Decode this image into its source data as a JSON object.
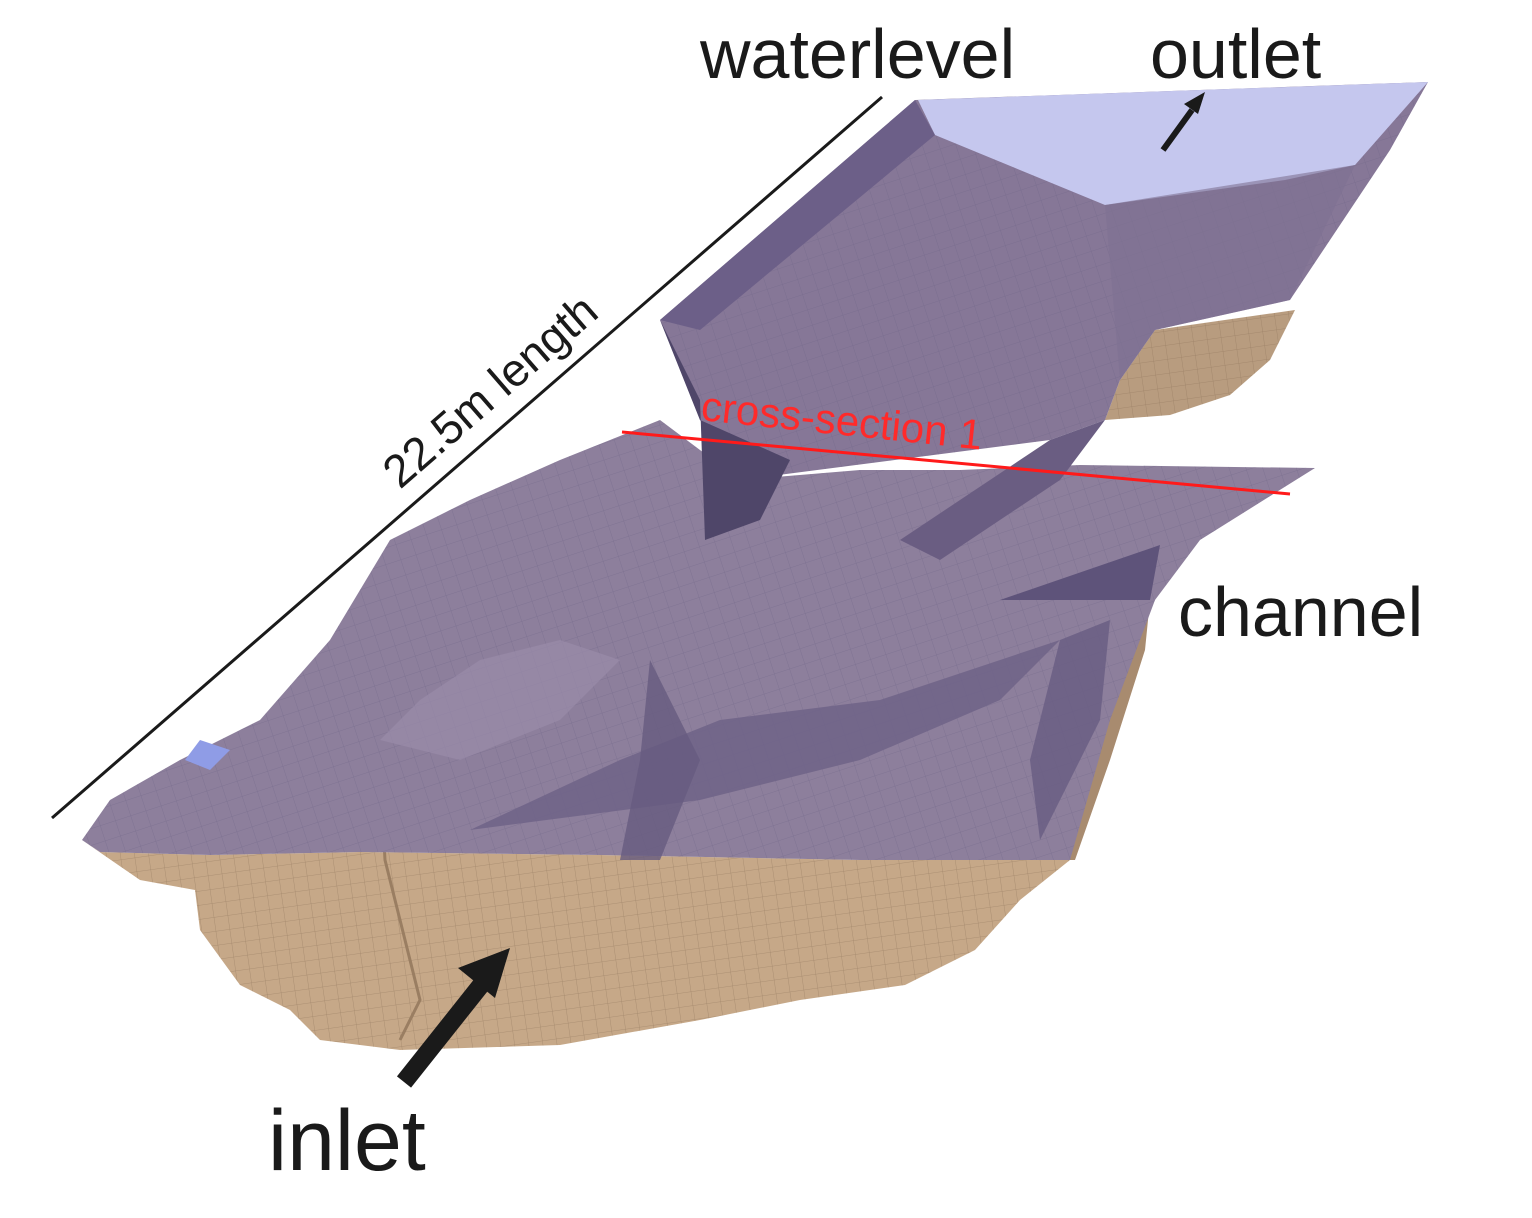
{
  "labels": {
    "waterlevel": "waterlevel",
    "outlet": "outlet",
    "length": "22.5m length",
    "cross_section": "cross-section 1",
    "channel": "channel",
    "inlet": "inlet"
  },
  "colors": {
    "background": "#ffffff",
    "water_surface": "#8d7f9c",
    "water_surface_dark": "#5b5174",
    "water_outlet": "#c5c7ee",
    "terrain": "#c6a888",
    "terrain_dark": "#a88b6f",
    "cross_section_line": "#ff1a1a",
    "annotation": "#1a1a1a"
  }
}
